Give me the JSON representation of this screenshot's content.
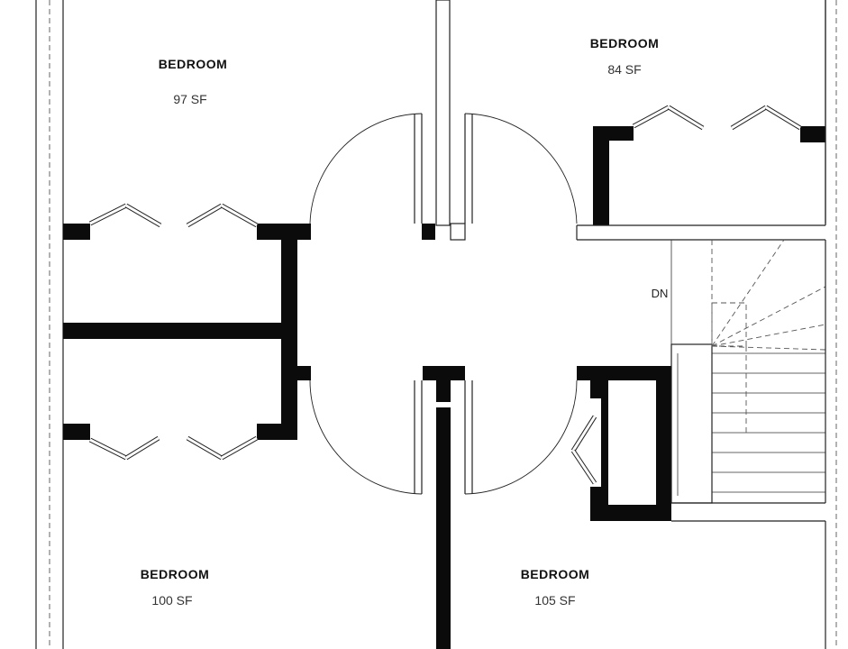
{
  "rooms": [
    {
      "id": "top-left",
      "name": "BEDROOM",
      "area": "97 SF"
    },
    {
      "id": "top-right",
      "name": "BEDROOM",
      "area": "84 SF"
    },
    {
      "id": "bottom-left",
      "name": "BEDROOM",
      "area": "100 SF"
    },
    {
      "id": "bottom-right",
      "name": "BEDROOM",
      "area": "105 SF"
    }
  ],
  "stairs": {
    "label": "DN"
  },
  "colors": {
    "wall": "#0b0b0b",
    "line": "#222222",
    "background": "#ffffff"
  }
}
